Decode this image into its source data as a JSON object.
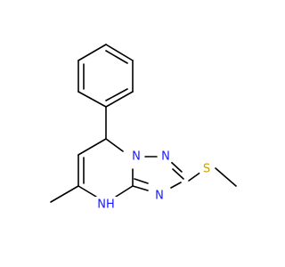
{
  "molecule": {
    "atoms": {
      "n1": "N",
      "n2": "N",
      "n3": "N",
      "nh": "NH",
      "s": "S"
    },
    "colors": {
      "bond": "#000000",
      "nitrogen": "#1a1aff",
      "sulfur": "#c8a000"
    }
  }
}
